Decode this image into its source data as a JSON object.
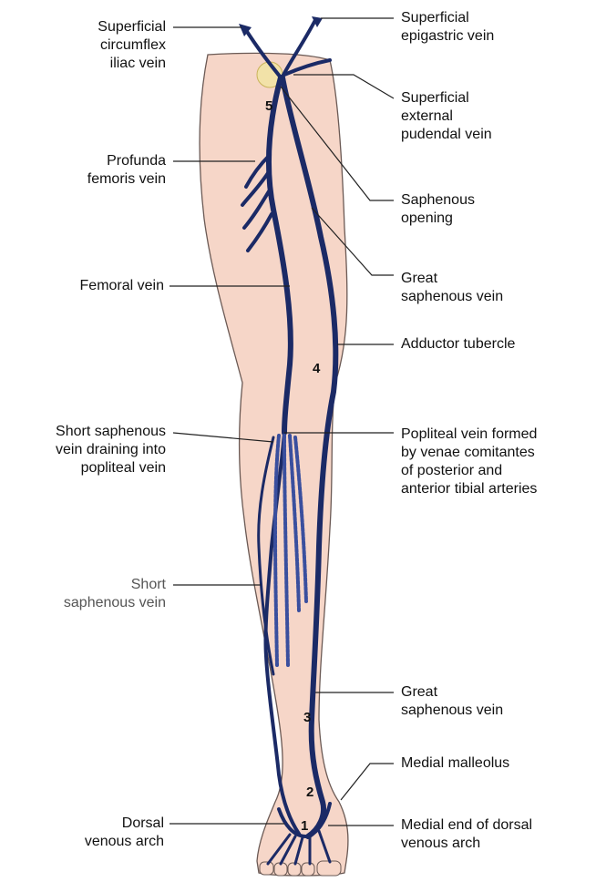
{
  "colors": {
    "skin": "#f6d6c8",
    "skin_edge": "#6b5a55",
    "vein": "#1b2a66",
    "vein_light": "#3a4f9e",
    "leader": "#222222"
  },
  "labels": {
    "superficial_circumflex_iliac": "Superficial\ncircumflex\niliac vein",
    "superficial_epigastric": "Superficial\nepigastric vein",
    "superficial_external_pudendal": "Superficial\nexternal\npudendal vein",
    "profunda_femoris": "Profunda\nfemoris vein",
    "saphenous_opening": "Saphenous\nopening",
    "femoral_vein": "Femoral vein",
    "great_saphenous_upper": "Great\nsaphenous vein",
    "adductor_tubercle": "Adductor tubercle",
    "short_saphenous_popliteal": "Short saphenous\nvein draining into\npopliteal vein",
    "popliteal_vein": "Popliteal vein formed\nby venae comitantes\nof posterior and\nanterior tibial arteries",
    "short_saphenous": "Short\nsaphenous vein",
    "great_saphenous_lower": "Great\nsaphenous vein",
    "medial_malleolus": "Medial malleolus",
    "dorsal_venous_arch": "Dorsal\nvenous arch",
    "medial_end_dorsal_arch": "Medial end of dorsal\nvenous arch"
  },
  "numbers": [
    "1",
    "2",
    "3",
    "4",
    "5"
  ]
}
